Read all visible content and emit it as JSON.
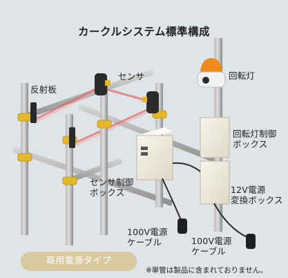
{
  "title": "カークルシステム標準構成",
  "labels": {
    "reflector": "反射板",
    "sensor": "センサ",
    "rotating_light": "回転灯",
    "rotating_light_control_box": [
      "回転灯制御",
      "ボックス"
    ],
    "sensor_control_box": [
      "センサ制御",
      "ボックス"
    ],
    "psu_12v_box": [
      "12V電源",
      "変換ボックス"
    ],
    "cable_100v_a": [
      "100V電源",
      "ケーブル"
    ],
    "cable_100v_b": [
      "100V電源",
      "ケーブル"
    ]
  },
  "badge": "商用電源タイプ",
  "note": "※単管は製品に含まれておりません。",
  "colors": {
    "background": "#dfe4e8",
    "pipe": "#8e8e8e",
    "clamp": "#e3b62b",
    "beam": "#e46a6a",
    "beacon": "#f08a1c",
    "box": "#f2eee2",
    "badge": "#d9c99e"
  }
}
